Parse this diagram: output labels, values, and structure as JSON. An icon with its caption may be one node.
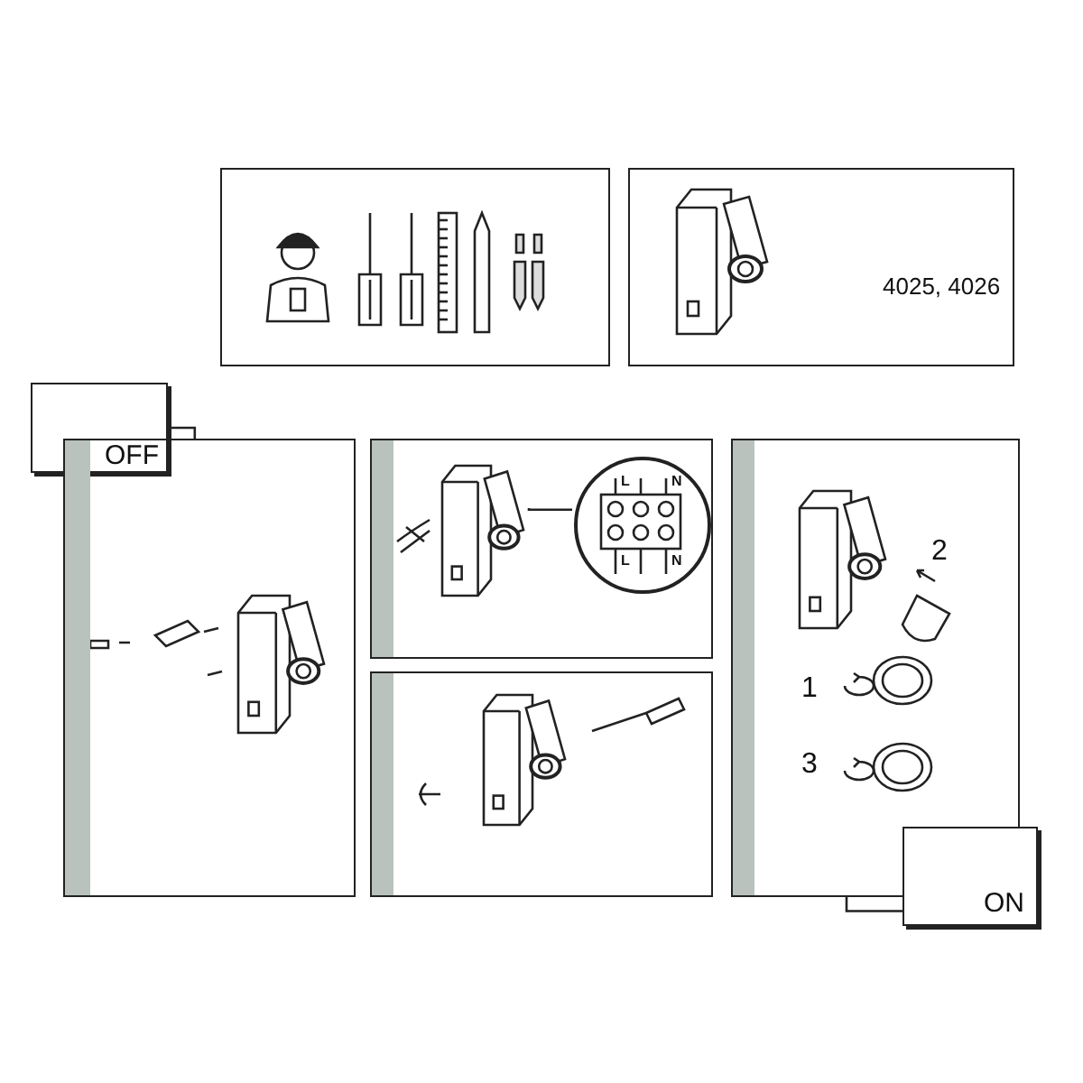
{
  "diagram": {
    "nodes": [
      {
        "text": [],
        "shape": "box"
      },
      {
        "text": [
          "4025, 4026"
        ]
      },
      {
        "text": [
          "OFF"
        ]
      },
      {
        "text": [],
        "shape": "box"
      },
      {
        "text": [],
        "shape": "box"
      },
      {
        "text": [],
        "shape": "box"
      },
      {
        "text": [],
        "shape": "box"
      },
      {
        "text": [
          "ON"
        ]
      },
      {
        "text": [],
        "shape": "circle",
        "in": 4
      },
      {
        "text": [],
        "shape": "picture",
        "in": 4
      }
    ],
    "edges": [
      {
        "from": 2,
        "to": 3,
        "arrow": "none"
      },
      {
        "from": 7,
        "to": 6,
        "arrow": "none"
      },
      {
        "from": 8,
        "to": 9,
        "arrow": "none"
      }
    ],
    "labels": [
      "L",
      "N",
      "L",
      "N",
      "2",
      "1",
      "3"
    ]
  }
}
